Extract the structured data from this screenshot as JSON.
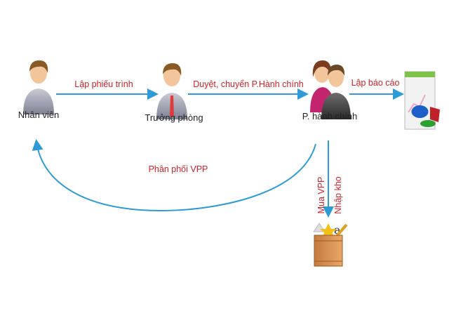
{
  "nodes": {
    "employee": "Nhân viên",
    "manager": "Trưởng phòng",
    "admin": "P. hành chính"
  },
  "edges": {
    "submit": "Lập phiếu trình",
    "approve": "Duyệt, chuyển P.Hành chính",
    "report": "Lập báo cáo",
    "distribute": "Phân phối VPP",
    "buy": "Mua VPP",
    "stock": "Nhập kho"
  },
  "colors": {
    "arrow": "#2e9ad6",
    "label": "#d0202a"
  }
}
